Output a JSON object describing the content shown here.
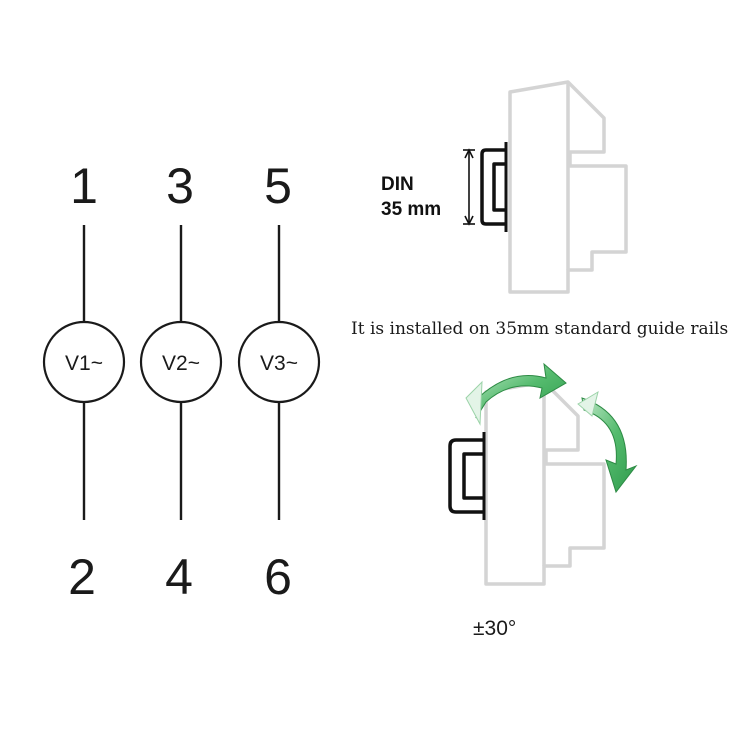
{
  "wiring": {
    "channels": [
      {
        "top_terminal": "1",
        "bottom_terminal": "2",
        "meter_label": "V1~"
      },
      {
        "top_terminal": "3",
        "bottom_terminal": "4",
        "meter_label": "V2~"
      },
      {
        "top_terminal": "5",
        "bottom_terminal": "6",
        "meter_label": "V3~"
      }
    ]
  },
  "mounting": {
    "din_label_line1": "DIN",
    "din_label_line2": "35 mm",
    "caption": "It is installed on 35mm standard guide rails",
    "rotation_label": "±30°",
    "arrow_color": "#3fa85a",
    "housing_color": "#d4d4d4"
  }
}
